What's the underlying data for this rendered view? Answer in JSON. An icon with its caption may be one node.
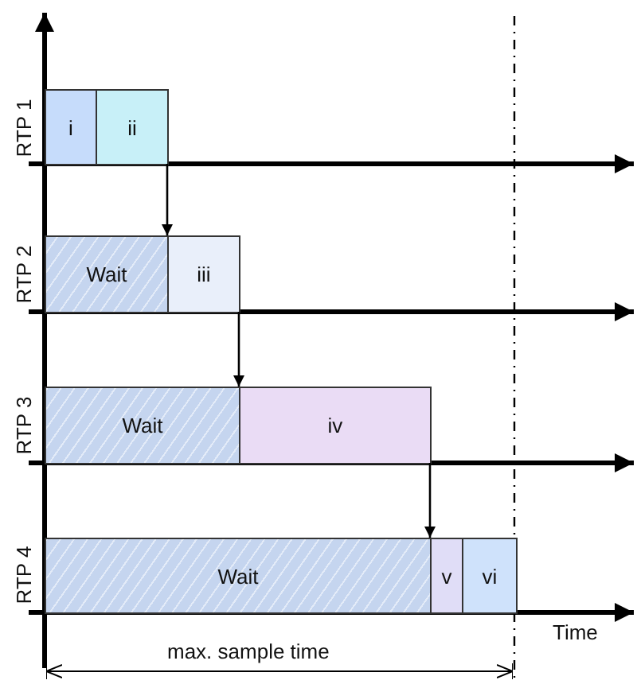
{
  "diagram": {
    "nodes": [
      {
        "text": [
          "i"
        ]
      },
      {
        "text": [
          "ii"
        ]
      },
      {
        "text": [
          "Wait"
        ]
      },
      {
        "text": [
          "iii"
        ]
      },
      {
        "text": [
          "Wait"
        ]
      },
      {
        "text": [
          "iv"
        ]
      },
      {
        "text": [
          "Wait"
        ]
      },
      {
        "text": [
          "v"
        ]
      },
      {
        "text": [
          "vi"
        ]
      }
    ],
    "edges": [
      {
        "from": 1,
        "to": 3,
        "arrow": "to"
      },
      {
        "from": 3,
        "to": 5,
        "arrow": "to"
      },
      {
        "from": 5,
        "to": 7,
        "arrow": "to"
      }
    ],
    "labels": [
      "RTP 1",
      "RTP 2",
      "RTP 3",
      "RTP 4",
      "Time",
      "max. sample time"
    ]
  }
}
